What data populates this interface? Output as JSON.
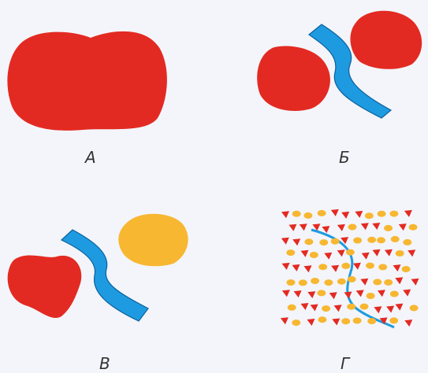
{
  "panels": {
    "a": {
      "label": "А"
    },
    "b": {
      "label": "Б"
    },
    "v": {
      "label": "В"
    },
    "g": {
      "label": "Г"
    }
  },
  "colors": {
    "background": "#f3f5fa",
    "red": "#e32a22",
    "yellow": "#f7b731",
    "river": "#1e9be0",
    "river_outline": "#0b5f9e",
    "label": "#333333"
  }
}
